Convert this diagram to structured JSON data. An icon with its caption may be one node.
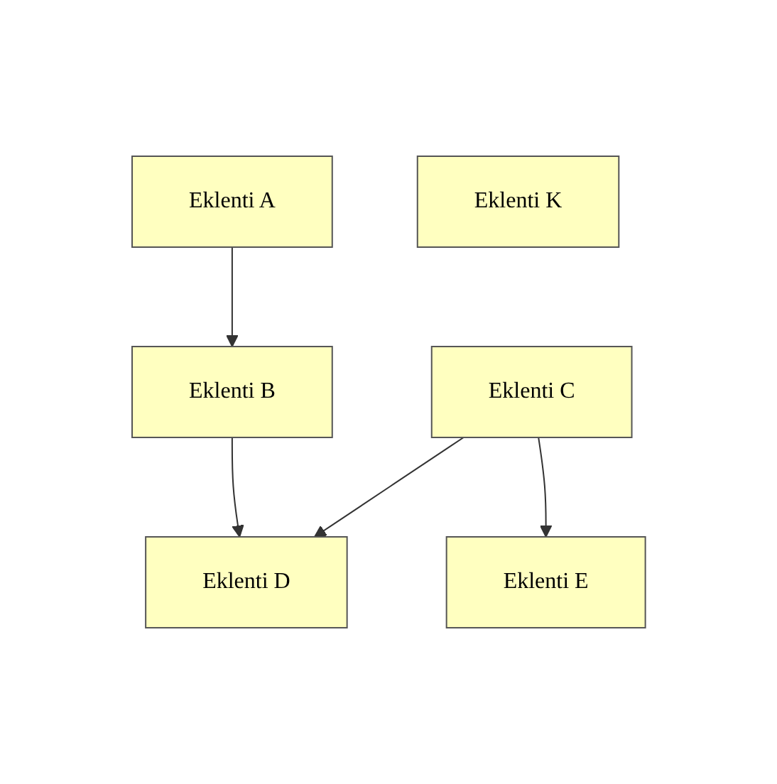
{
  "diagram": {
    "nodes": [
      {
        "text": [
          "Eklenti A"
        ]
      },
      {
        "text": [
          "Eklenti K"
        ]
      },
      {
        "text": [
          "Eklenti B"
        ]
      },
      {
        "text": [
          "Eklenti C"
        ]
      },
      {
        "text": [
          "Eklenti D"
        ]
      },
      {
        "text": [
          "Eklenti E"
        ]
      }
    ],
    "edges": [
      {
        "from": 0,
        "to": 2,
        "arrow": "to"
      },
      {
        "from": 2,
        "to": 4,
        "arrow": "to"
      },
      {
        "from": 3,
        "to": 4,
        "arrow": "to"
      },
      {
        "from": 3,
        "to": 5,
        "arrow": "to"
      }
    ]
  }
}
